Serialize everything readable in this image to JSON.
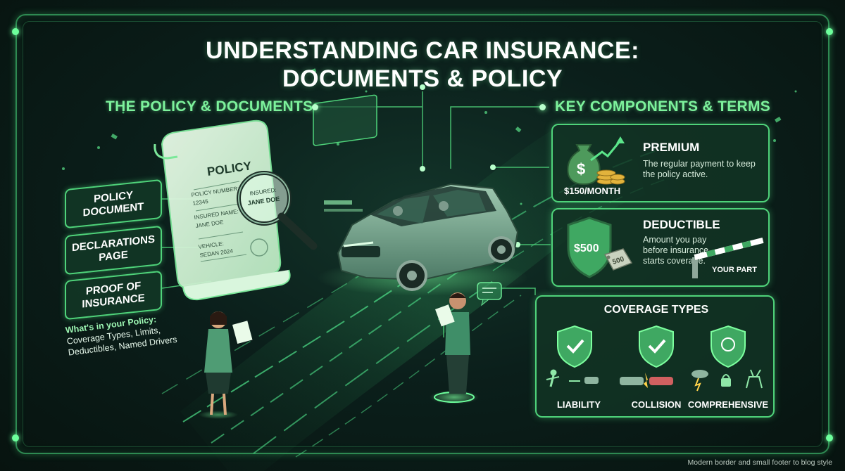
{
  "title": {
    "line1": "UNDERSTANDING CAR INSURANCE:",
    "line2": "DOCUMENTS & POLICY"
  },
  "left": {
    "heading": "THE POLICY & DOCUMENTS",
    "policy_scroll": {
      "title": "POLICY",
      "policy_number_label": "POLICY NUMBER:",
      "policy_number": "12345",
      "insured_name_label": "INSURED NAME:",
      "insured_name": "JANE DOE",
      "vehicle_label": "VEHICLE:",
      "vehicle": "SEDAN 2024",
      "magnifier_insured_label": "INSURED:",
      "magnifier_insured": "JANE DOE"
    },
    "doc_labels": [
      "POLICY DOCUMENT",
      "DECLARATIONS PAGE",
      "PROOF OF INSURANCE"
    ],
    "whats_in_policy": {
      "heading": "What's in your Policy:",
      "line1": "Coverage Types, Limits,",
      "line2": "Deductibles, Named Drivers"
    }
  },
  "right": {
    "heading": "KEY COMPONENTS & TERMS",
    "premium": {
      "title": "PREMIUM",
      "description": "The regular payment to keep the policy active.",
      "amount": "$150/MONTH",
      "bag_symbol": "$"
    },
    "deductible": {
      "title": "DEDUCTIBLE",
      "description": "Amount you pay before insurance starts coverage.",
      "shield_amount": "$500",
      "tag_amount": "500",
      "gate_label": "YOUR PART"
    },
    "coverage": {
      "title": "COVERAGE TYPES",
      "types": [
        "LIABILITY",
        "COLLISION",
        "COMPREHENSIVE"
      ]
    }
  },
  "footer": "Modern border and small footer to blog style",
  "colors": {
    "accent": "#4fd37a",
    "accent_bright": "#7df29c",
    "background": "#0b1f1b",
    "gold": "#e2b33c"
  },
  "icons": [
    "money-bag-icon",
    "coins-icon",
    "growth-arrow-icon",
    "shield-icon",
    "price-tag-icon",
    "barrier-gate-icon",
    "check-shield-icon",
    "magnifier-icon",
    "car-icon",
    "person-icon",
    "chat-bubble-icon",
    "document-card-icon"
  ]
}
